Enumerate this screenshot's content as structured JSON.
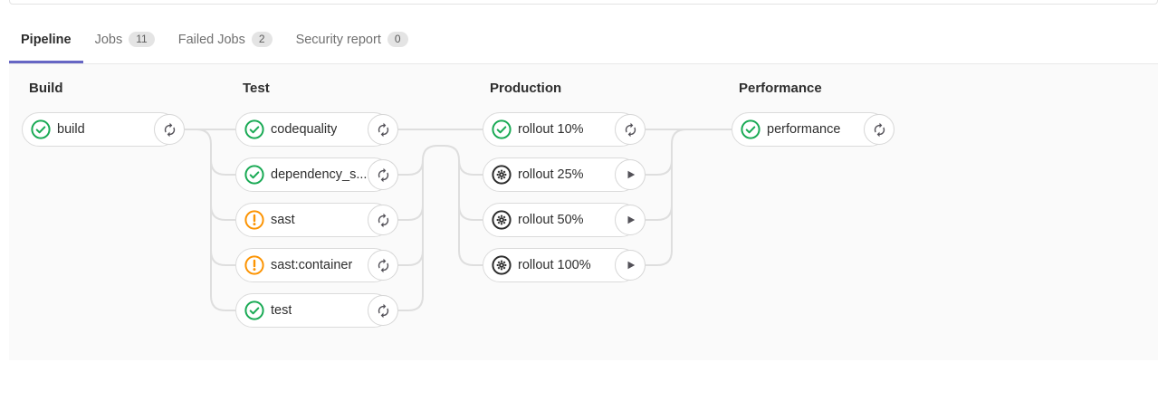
{
  "tabs": [
    {
      "label": "Pipeline",
      "active": true
    },
    {
      "label": "Jobs",
      "badge": "11"
    },
    {
      "label": "Failed Jobs",
      "badge": "2"
    },
    {
      "label": "Security report",
      "badge": "0"
    }
  ],
  "stages": [
    {
      "name": "Build",
      "jobs": [
        {
          "label": "build",
          "status": "success",
          "action": "retry"
        }
      ]
    },
    {
      "name": "Test",
      "jobs": [
        {
          "label": "codequality",
          "status": "success",
          "action": "retry"
        },
        {
          "label": "dependency_s...",
          "status": "success",
          "action": "retry"
        },
        {
          "label": "sast",
          "status": "warning",
          "action": "retry"
        },
        {
          "label": "sast:container",
          "status": "warning",
          "action": "retry"
        },
        {
          "label": "test",
          "status": "success",
          "action": "retry"
        }
      ]
    },
    {
      "name": "Production",
      "jobs": [
        {
          "label": "rollout 10%",
          "status": "success",
          "action": "retry"
        },
        {
          "label": "rollout 25%",
          "status": "manual",
          "action": "play"
        },
        {
          "label": "rollout 50%",
          "status": "manual",
          "action": "play"
        },
        {
          "label": "rollout 100%",
          "status": "manual",
          "action": "play"
        }
      ]
    },
    {
      "name": "Performance",
      "jobs": [
        {
          "label": "performance",
          "status": "success",
          "action": "retry"
        }
      ]
    }
  ],
  "icons": {
    "success": "status-success-icon",
    "warning": "status-warning-icon",
    "manual": "status-manual-icon",
    "retry": "retry-icon",
    "play": "play-icon"
  },
  "colors": {
    "accent": "#6666c4",
    "success": "#1aaa55",
    "warning": "#fc9403",
    "manual": "#2e2e2e",
    "action_glyph": "#535158",
    "connector": "#dedede",
    "panel_bg": "#fafafa"
  }
}
